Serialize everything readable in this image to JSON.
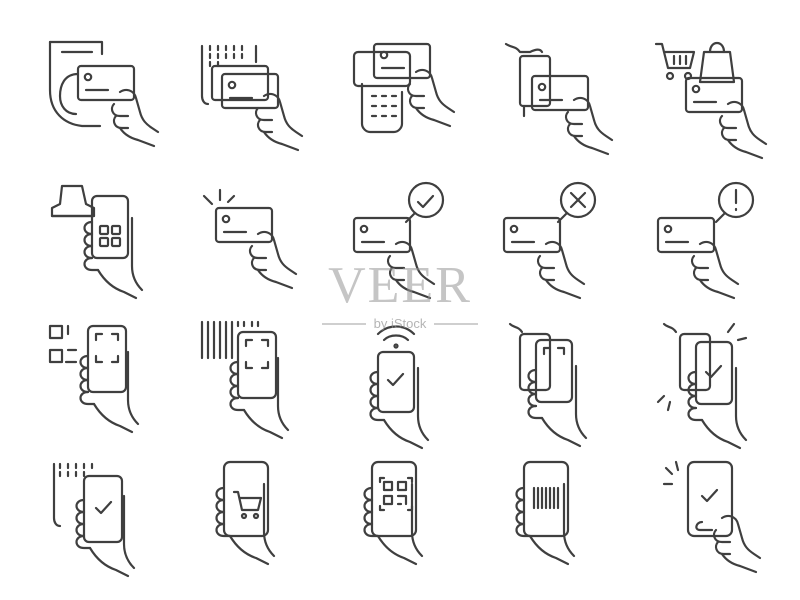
{
  "watermark": {
    "logo_text": "VEER",
    "sub_text": "by iStock"
  },
  "colors": {
    "stroke": "#3f3f3f",
    "background": "#ffffff",
    "watermark": "#9a9a9a"
  },
  "icons": [
    {
      "row": 1,
      "col": 1,
      "name": "receipt-card-hand-icon"
    },
    {
      "row": 1,
      "col": 2,
      "name": "pos-terminal-card-hand-icon"
    },
    {
      "row": 1,
      "col": 3,
      "name": "card-reader-hand-icon"
    },
    {
      "row": 1,
      "col": 4,
      "name": "card-handover-icon"
    },
    {
      "row": 1,
      "col": 5,
      "name": "cart-bag-card-hand-icon"
    },
    {
      "row": 2,
      "col": 1,
      "name": "scanner-phone-hand-icon"
    },
    {
      "row": 2,
      "col": 2,
      "name": "contactless-card-hand-icon"
    },
    {
      "row": 2,
      "col": 3,
      "name": "card-approved-icon"
    },
    {
      "row": 2,
      "col": 4,
      "name": "card-declined-icon"
    },
    {
      "row": 2,
      "col": 5,
      "name": "card-warning-icon"
    },
    {
      "row": 3,
      "col": 1,
      "name": "qr-scan-phone-hand-icon"
    },
    {
      "row": 3,
      "col": 2,
      "name": "barcode-scan-phone-hand-icon"
    },
    {
      "row": 3,
      "col": 3,
      "name": "nfc-phone-check-icon"
    },
    {
      "row": 3,
      "col": 4,
      "name": "phone-to-phone-pay-icon"
    },
    {
      "row": 3,
      "col": 5,
      "name": "phone-tap-check-icon"
    },
    {
      "row": 4,
      "col": 1,
      "name": "receipt-phone-check-icon"
    },
    {
      "row": 4,
      "col": 2,
      "name": "phone-shopping-cart-icon"
    },
    {
      "row": 4,
      "col": 3,
      "name": "phone-qr-code-icon"
    },
    {
      "row": 4,
      "col": 4,
      "name": "phone-barcode-icon"
    },
    {
      "row": 4,
      "col": 5,
      "name": "phone-payment-success-icon"
    }
  ]
}
